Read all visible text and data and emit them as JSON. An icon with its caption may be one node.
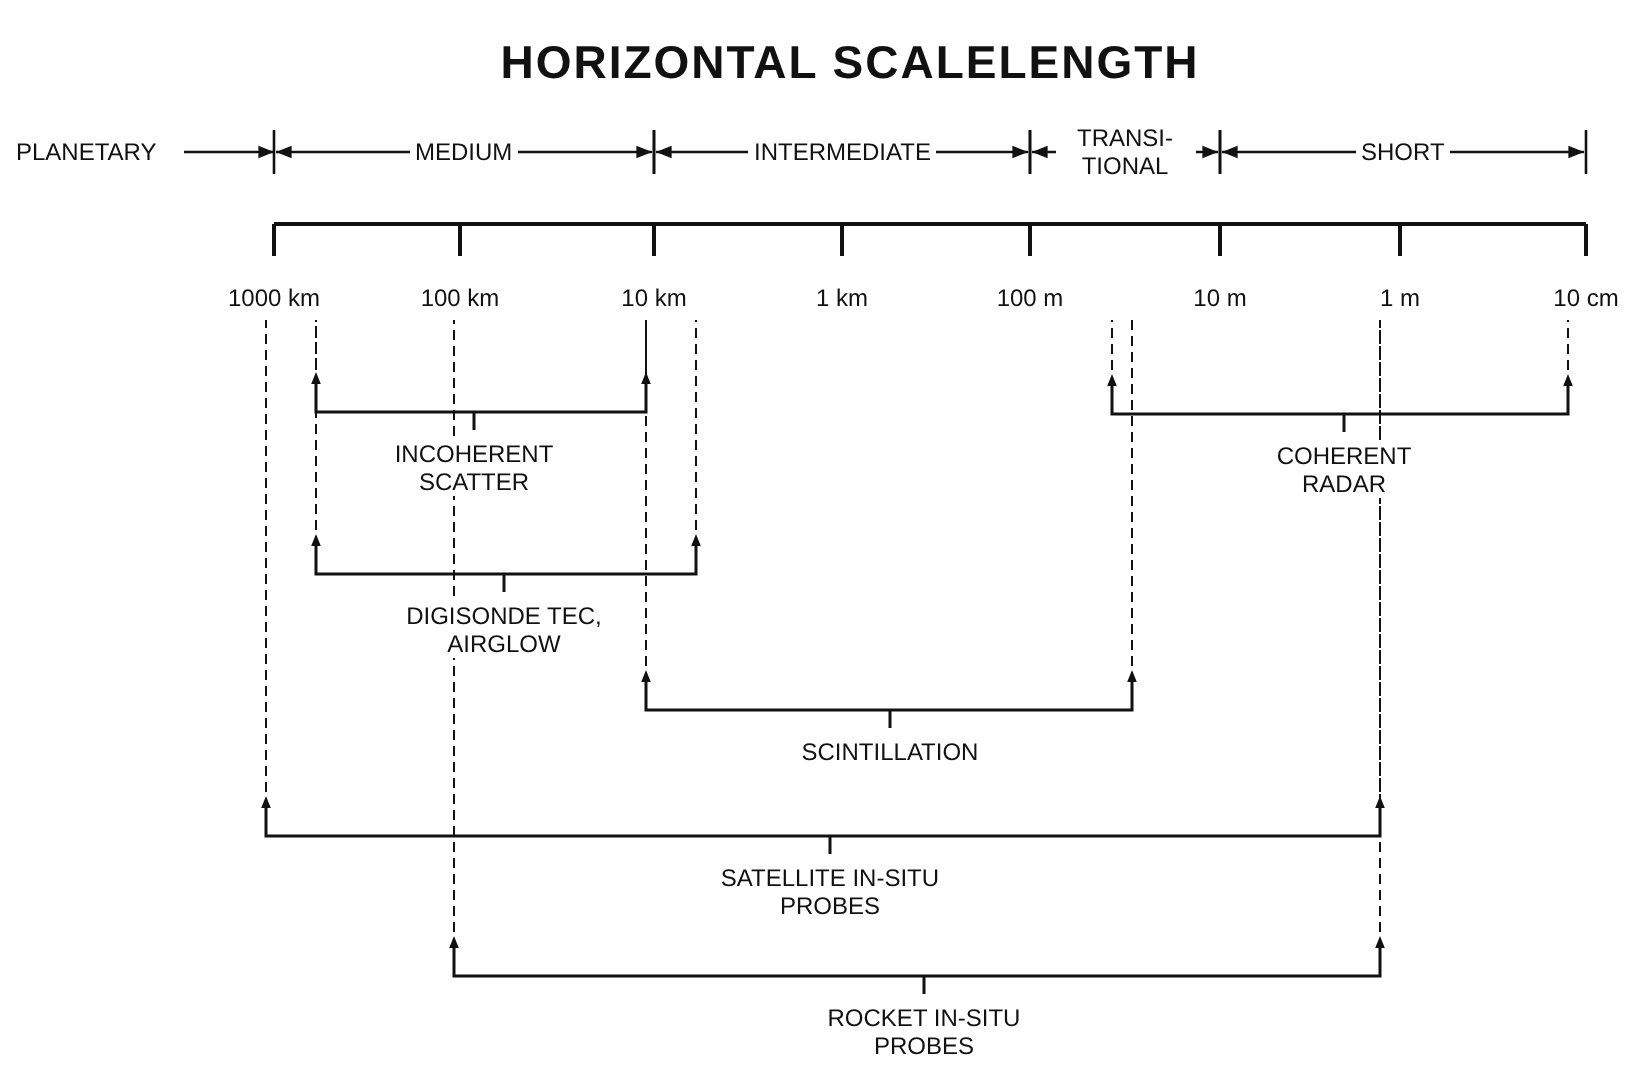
{
  "diagram": {
    "title": "HORIZONTAL SCALELENGTH",
    "labels": [
      "PLANETARY",
      "MEDIUM",
      "INTERMEDIATE",
      "TRANSI-TIONAL",
      "SHORT",
      "1000 km",
      "100 km",
      "10 km",
      "1 km",
      "100 m",
      "10 m",
      "1 m",
      "10 cm",
      "INCOHERENT SCATTER",
      "COHERENT RADAR",
      "DIGISONDE TEC, AIRGLOW",
      "SCINTILLATION",
      "SATELLITE IN-SITU PROBES",
      "ROCKET IN-SITU PROBES"
    ]
  }
}
